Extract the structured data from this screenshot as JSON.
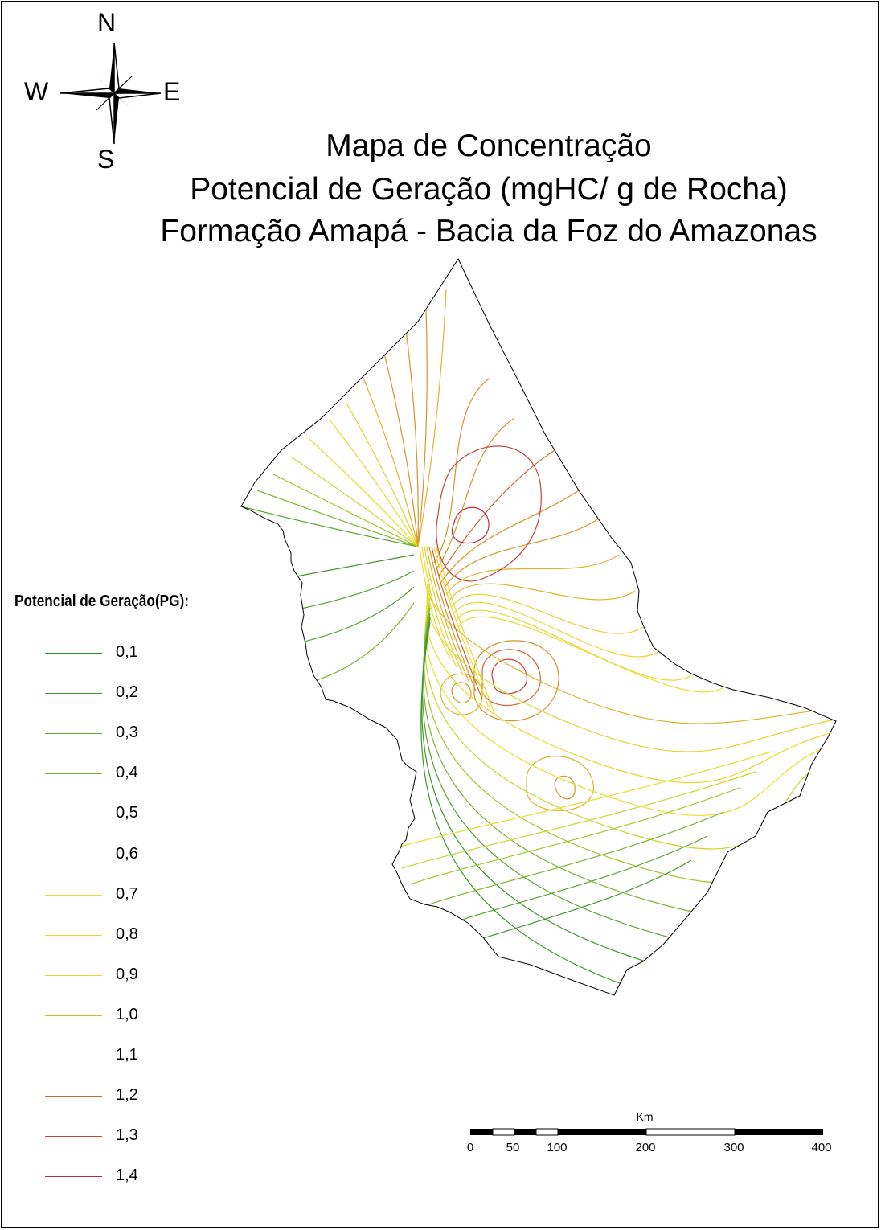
{
  "title": {
    "line1": "Mapa de Concentração",
    "line2": "Potencial de Geração (mgHC/ g de Rocha)",
    "line3": "Formação Amapá - Bacia da Foz do Amazonas"
  },
  "compass": {
    "north": "N",
    "south": "S",
    "west": "W",
    "east": "E"
  },
  "legend": {
    "title": "Potencial de Geração(PG):",
    "items": [
      {
        "label": "0,1",
        "color": "#2e8b2e"
      },
      {
        "label": "0,2",
        "color": "#3f982c"
      },
      {
        "label": "0,3",
        "color": "#5aa52e"
      },
      {
        "label": "0,4",
        "color": "#7db52e"
      },
      {
        "label": "0,5",
        "color": "#a3c72c"
      },
      {
        "label": "0,6",
        "color": "#c9d62a"
      },
      {
        "label": "0,7",
        "color": "#e6e02a"
      },
      {
        "label": "0,8",
        "color": "#eed62a"
      },
      {
        "label": "0,9",
        "color": "#e4d32e"
      },
      {
        "label": "1,0",
        "color": "#e0b42a"
      },
      {
        "label": "1,1",
        "color": "#d8942a"
      },
      {
        "label": "1,2",
        "color": "#cc6a32"
      },
      {
        "label": "1,3",
        "color": "#c84238"
      },
      {
        "label": "1,4",
        "color": "#c0283a"
      }
    ]
  },
  "scale_bar": {
    "unit": "Km",
    "ticks": [
      "0",
      "50",
      "100",
      "200",
      "300",
      "400"
    ]
  }
}
